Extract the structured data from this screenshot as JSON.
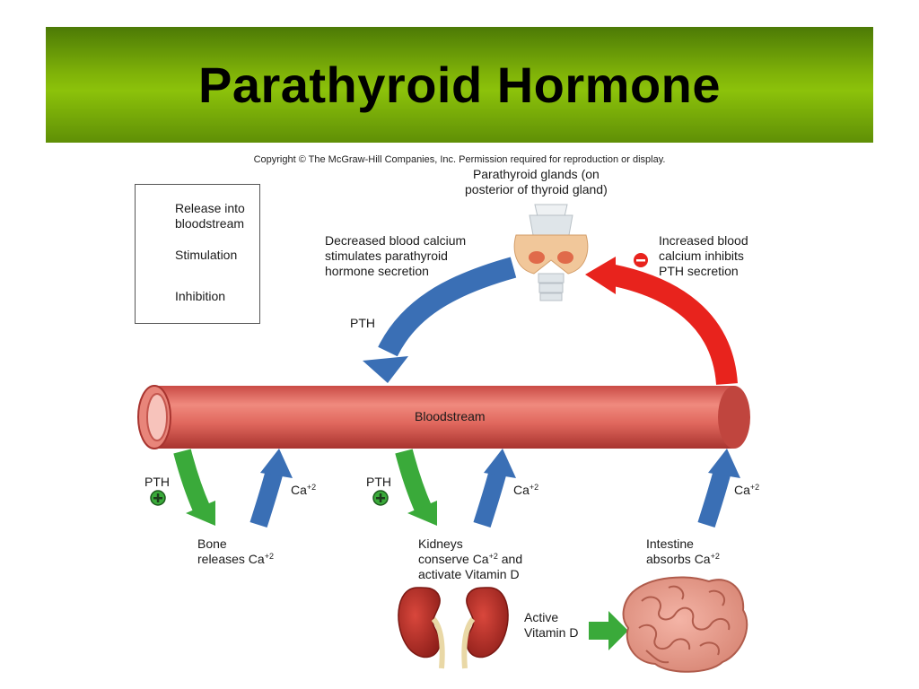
{
  "header": {
    "title": "Parathyroid Hormone"
  },
  "copyright": "Copyright © The McGraw-Hill Companies, Inc. Permission required for reproduction or display.",
  "legend": {
    "release": "Release into\nbloodstream",
    "stimulation": "Stimulation",
    "inhibition": "Inhibition"
  },
  "labels": {
    "glands": "Parathyroid glands (on\nposterior of thyroid gland)",
    "decreased": "Decreased blood calcium\nstimulates parathyroid\nhormone secretion",
    "increased": "Increased blood\ncalcium inhibits\nPTH secretion",
    "pth_top": "PTH",
    "bloodstream": "Bloodstream",
    "pth_left": "PTH",
    "pth_mid": "PTH",
    "ca_1": "Ca",
    "ca_2": "Ca",
    "ca_3": "Ca",
    "ca_sup": "+2",
    "bone_1": "Bone",
    "bone_2": "releases Ca",
    "kidneys_1": "Kidneys",
    "kidneys_2a": "conserve Ca",
    "kidneys_2b": " and",
    "kidneys_3": "activate Vitamin D",
    "intestine_1": "Intestine",
    "intestine_2": "absorbs Ca",
    "vitd": "Active\nVitamin D"
  },
  "symbols": {
    "plus": "+",
    "minus": "−"
  },
  "colors": {
    "release": "#3a6fb5",
    "stimulation": "#3aaa3a",
    "inhibition": "#e8231d"
  }
}
